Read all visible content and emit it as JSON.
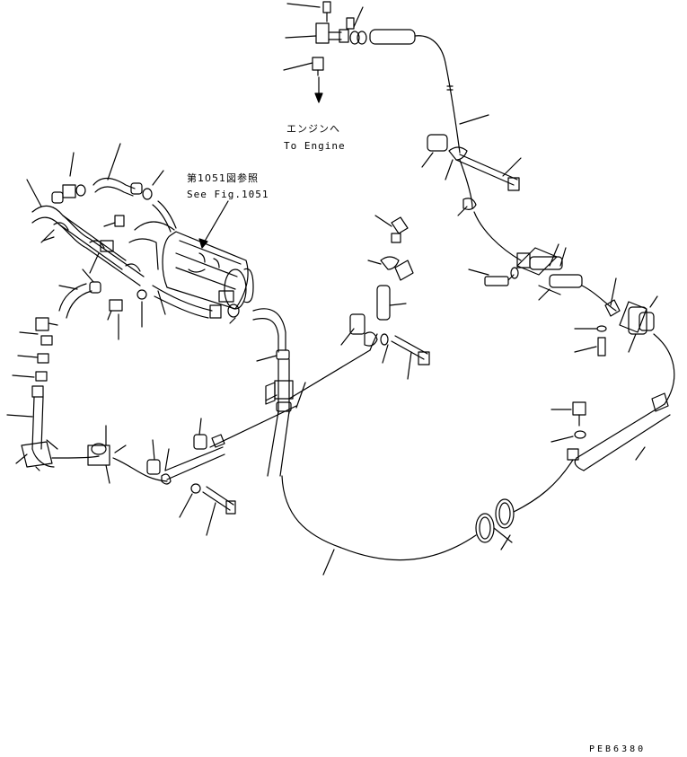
{
  "annotations": {
    "to_engine_jp": "エンジンへ",
    "to_engine_en": "To Engine",
    "see_fig_jp": "第1051図参照",
    "see_fig_en": "See Fig.1051"
  },
  "drawing_code": "PEB6380",
  "colors": {
    "line": "#000000",
    "background": "#ffffff"
  }
}
